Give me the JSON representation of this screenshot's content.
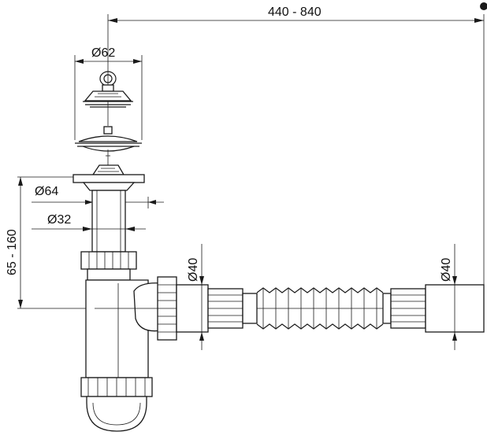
{
  "dimensions": {
    "length_range": "440 - 840",
    "plug_diameter": "Ø62",
    "flange_diameter": "Ø64",
    "tailpiece_diameter": "Ø32",
    "height_range": "65 - 160",
    "inlet_diameter": "Ø40",
    "outlet_diameter": "Ø40"
  }
}
